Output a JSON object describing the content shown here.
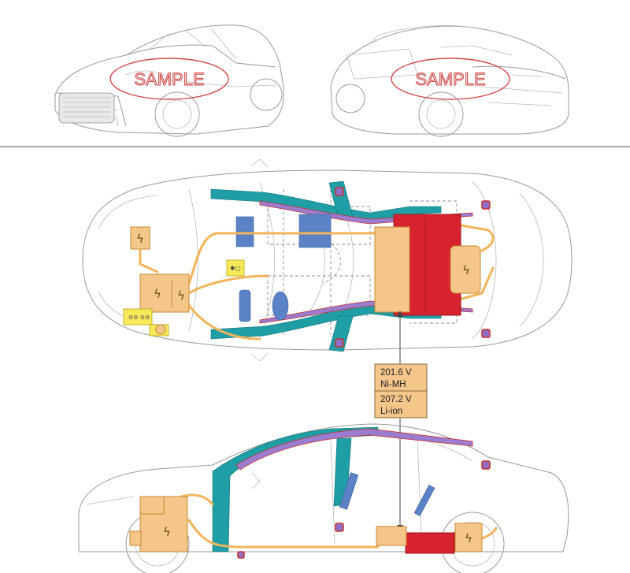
{
  "watermarks": [
    {
      "text": "SAMPLE"
    },
    {
      "text": "SAMPLE"
    }
  ],
  "battery_labels": [
    {
      "voltage": "201.6 V",
      "chemistry": "Ni-MH"
    },
    {
      "voltage": "207.2 V",
      "chemistry": "Li-ion"
    }
  ],
  "high_voltage_symbol": "ϟ",
  "legend_colors": {
    "reinforcement": "#1f9fa5",
    "airbag": "#5b82c6",
    "high_voltage_component": "#f4c68a",
    "high_voltage_battery": "#d6232f",
    "low_voltage_battery": "#f7ea5a",
    "gas_strut": "#8f6fc4"
  }
}
